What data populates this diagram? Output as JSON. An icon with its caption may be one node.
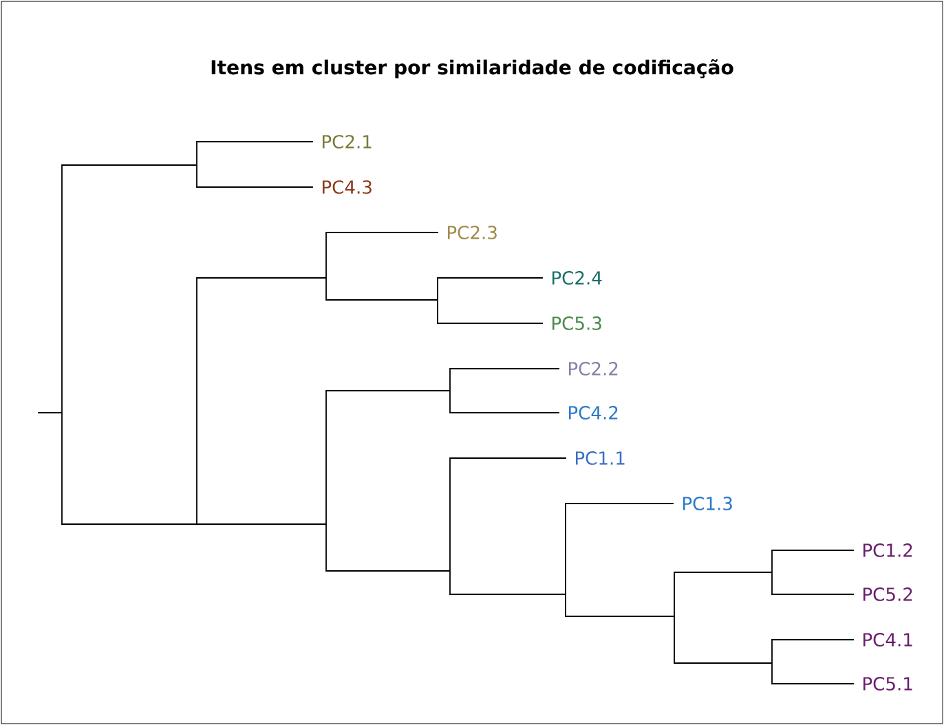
{
  "diagram": {
    "title": "Itens em cluster por similaridade de codificação",
    "labels": [
      "PC2.1",
      "PC4.3",
      "PC2.3",
      "PC2.4",
      "PC5.3",
      "PC2.2",
      "PC4.2",
      "PC1.1",
      "PC1.3",
      "PC1.2",
      "PC5.2",
      "PC4.1",
      "PC5.1"
    ]
  }
}
